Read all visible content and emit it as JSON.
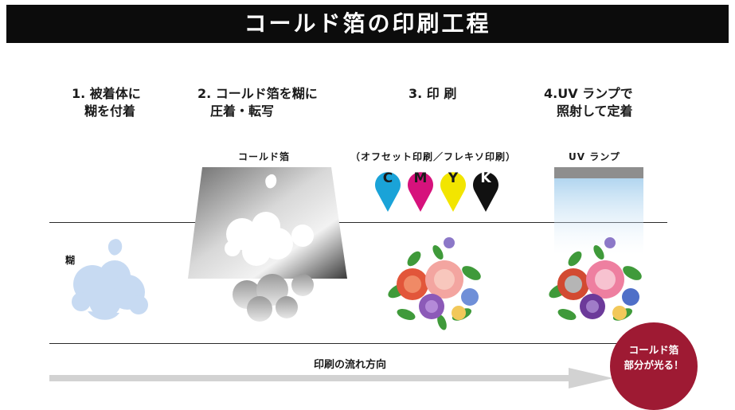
{
  "header": {
    "title": "コールド箔の印刷工程"
  },
  "steps": [
    {
      "label": "1. 被着体に\n　糊を付着"
    },
    {
      "label": "2. コールド箔を糊に\n　圧着・転写"
    },
    {
      "label": "3. 印 刷"
    },
    {
      "label": "4.UV ランプで\n　照射して定着"
    }
  ],
  "labels": {
    "adhesive": "糊",
    "foil": "コールド箔",
    "print_method": "（オフセット印刷／フレキソ印刷）",
    "uv_lamp": "UV ランプ"
  },
  "inks": [
    {
      "letter": "C",
      "color": "#1aa3d8"
    },
    {
      "letter": "M",
      "color": "#d6127c"
    },
    {
      "letter": "Y",
      "color": "#f2e500"
    },
    {
      "letter": "K",
      "color": "#111111"
    }
  ],
  "flow": {
    "label": "印刷の流れ方向"
  },
  "badge": {
    "text": "コールド箔\n部分が光る！",
    "color": "#9e1a33"
  },
  "colors": {
    "adhesive": "#c7daf2",
    "header": "#0c0c0c",
    "arrow": "#d2d2d2"
  }
}
